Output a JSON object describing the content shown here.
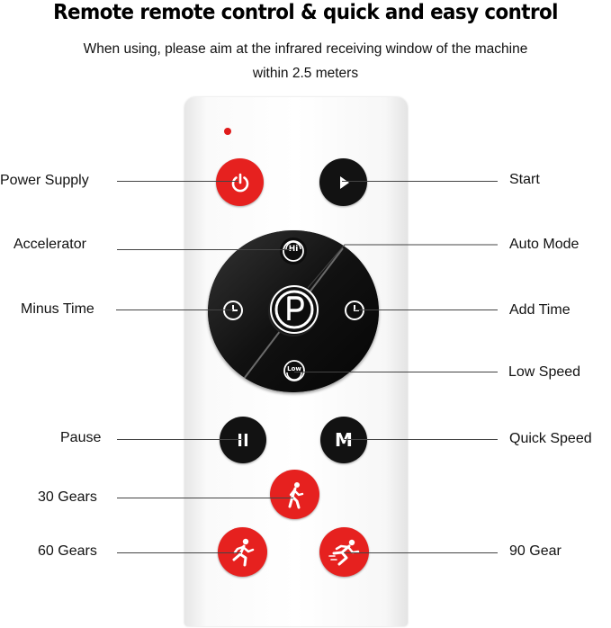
{
  "header": {
    "title": "Remote remote control & quick and easy control",
    "subtitle_line1": "When using, please aim at the infrared receiving window of the machine",
    "subtitle_line2": "within 2.5 meters"
  },
  "buttons": {
    "hi_text": "Hi",
    "low_text": "Low",
    "m_text": "M"
  },
  "labels": {
    "power_supply": "Power Supply",
    "start": "Start",
    "accelerator": "Accelerator",
    "auto_mode": "Auto Mode",
    "minus_time": "Minus Time",
    "add_time": "Add Time",
    "low_speed": "Low Speed",
    "pause": "Pause",
    "quick_speed": "Quick Speed",
    "gears_30": "30 Gears",
    "gears_60": "60 Gears",
    "gear_90": "90 Gear"
  },
  "colors": {
    "accent_red": "#e6211f",
    "button_black": "#121212"
  },
  "icons": [
    "power-icon",
    "play-icon",
    "clock-icon",
    "p-icon",
    "pause-icon",
    "walker-icon",
    "runner-icon",
    "sprinter-icon"
  ]
}
